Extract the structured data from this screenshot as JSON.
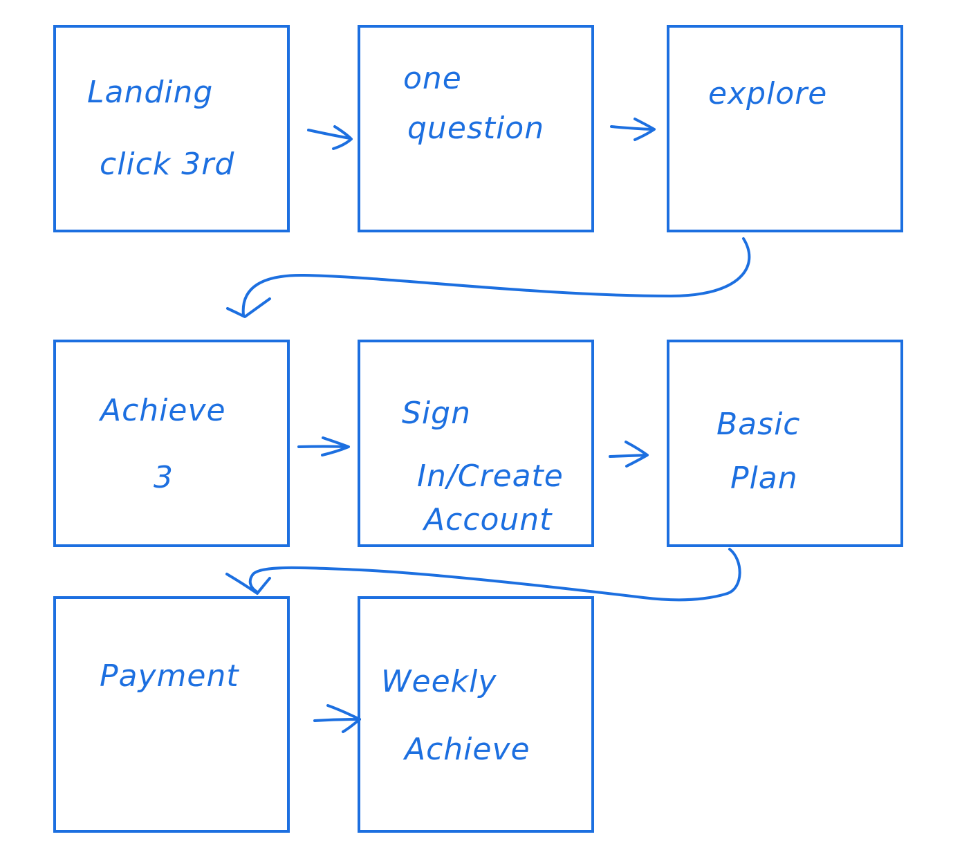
{
  "ink_color": "#1c6fe0",
  "background_color": "#ffffff",
  "boxes": [
    {
      "id": "landing",
      "lines": [
        "Landing",
        "click 3rd"
      ]
    },
    {
      "id": "one-question",
      "lines": [
        "one",
        "question"
      ]
    },
    {
      "id": "explore",
      "lines": [
        "explore"
      ]
    },
    {
      "id": "achieve-3",
      "lines": [
        "Achieve",
        "3"
      ]
    },
    {
      "id": "sign-in",
      "lines": [
        "Sign",
        "In/Create",
        "Account"
      ]
    },
    {
      "id": "basic-plan",
      "lines": [
        "Basic",
        "Plan"
      ]
    },
    {
      "id": "payment",
      "lines": [
        "Payment"
      ]
    },
    {
      "id": "weekly-achieve",
      "lines": [
        "Weekly",
        "Achieve"
      ]
    }
  ],
  "connections": [
    {
      "from": "landing",
      "to": "one-question"
    },
    {
      "from": "one-question",
      "to": "explore"
    },
    {
      "from": "explore",
      "to": "achieve-3"
    },
    {
      "from": "achieve-3",
      "to": "sign-in"
    },
    {
      "from": "sign-in",
      "to": "basic-plan"
    },
    {
      "from": "basic-plan",
      "to": "payment"
    },
    {
      "from": "payment",
      "to": "weekly-achieve"
    }
  ]
}
